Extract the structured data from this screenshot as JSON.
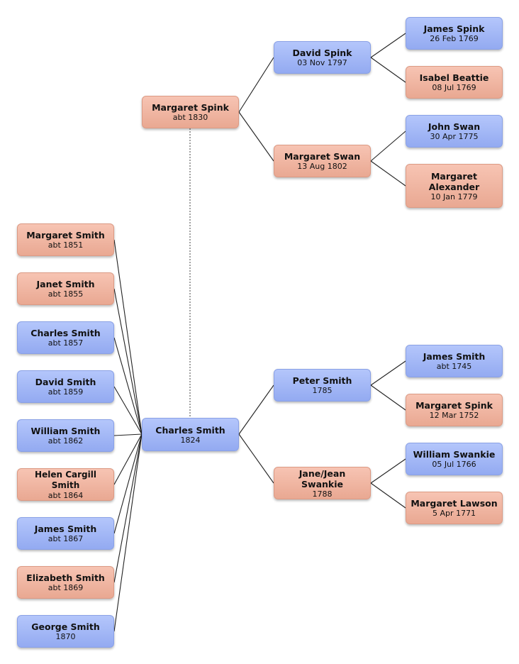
{
  "persons": {
    "margaret_spink_1830": {
      "name": "Margaret Spink",
      "date": "abt 1830"
    },
    "charles_smith_1824": {
      "name": "Charles Smith",
      "date": "1824"
    },
    "david_spink": {
      "name": "David Spink",
      "date": "03 Nov 1797"
    },
    "margaret_swan": {
      "name": "Margaret Swan",
      "date": "13 Aug 1802"
    },
    "james_spink": {
      "name": "James Spink",
      "date": "26 Feb 1769"
    },
    "isabel_beattie": {
      "name": "Isabel Beattie",
      "date": "08 Jul 1769"
    },
    "john_swan": {
      "name": "John Swan",
      "date": "30 Apr 1775"
    },
    "margaret_alexander": {
      "name": "Margaret Alexander",
      "date": "10 Jan 1779"
    },
    "peter_smith": {
      "name": "Peter Smith",
      "date": "1785"
    },
    "jane_jean_swankie": {
      "name": "Jane/Jean Swankie",
      "date": "1788"
    },
    "james_smith": {
      "name": "James Smith",
      "date": "abt 1745"
    },
    "margaret_spink_1752": {
      "name": "Margaret Spink",
      "date": "12 Mar 1752"
    },
    "william_swankie": {
      "name": "William Swankie",
      "date": "05 Jul 1766"
    },
    "margaret_lawson": {
      "name": "Margaret Lawson",
      "date": "5 Apr 1771"
    },
    "margaret_smith": {
      "name": "Margaret Smith",
      "date": "abt 1851"
    },
    "janet_smith": {
      "name": "Janet Smith",
      "date": "abt 1855"
    },
    "charles_smith_1857": {
      "name": "Charles Smith",
      "date": "abt 1857"
    },
    "david_smith": {
      "name": "David Smith",
      "date": "abt 1859"
    },
    "william_smith": {
      "name": "William Smith",
      "date": "abt 1862"
    },
    "helen_cargill_smith": {
      "name": "Helen Cargill Smith",
      "date": "abt 1864"
    },
    "james_smith_1867": {
      "name": "James Smith",
      "date": "abt 1867"
    },
    "elizabeth_smith": {
      "name": "Elizabeth Smith",
      "date": "abt 1869"
    },
    "george_smith": {
      "name": "George Smith",
      "date": "1870"
    }
  },
  "colors": {
    "male": "#a3b8f7",
    "female": "#f0b5a0",
    "line": "#222222"
  }
}
